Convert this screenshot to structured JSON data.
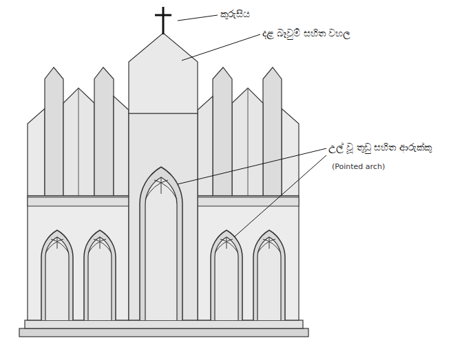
{
  "diagram": {
    "labels": [
      "කුරුසිය",
      "දළ බෑවුම් සහිත වහල",
      "උල් වූ තුඩු සහිත ආරුක්කු",
      "(Pointed arch)"
    ]
  }
}
